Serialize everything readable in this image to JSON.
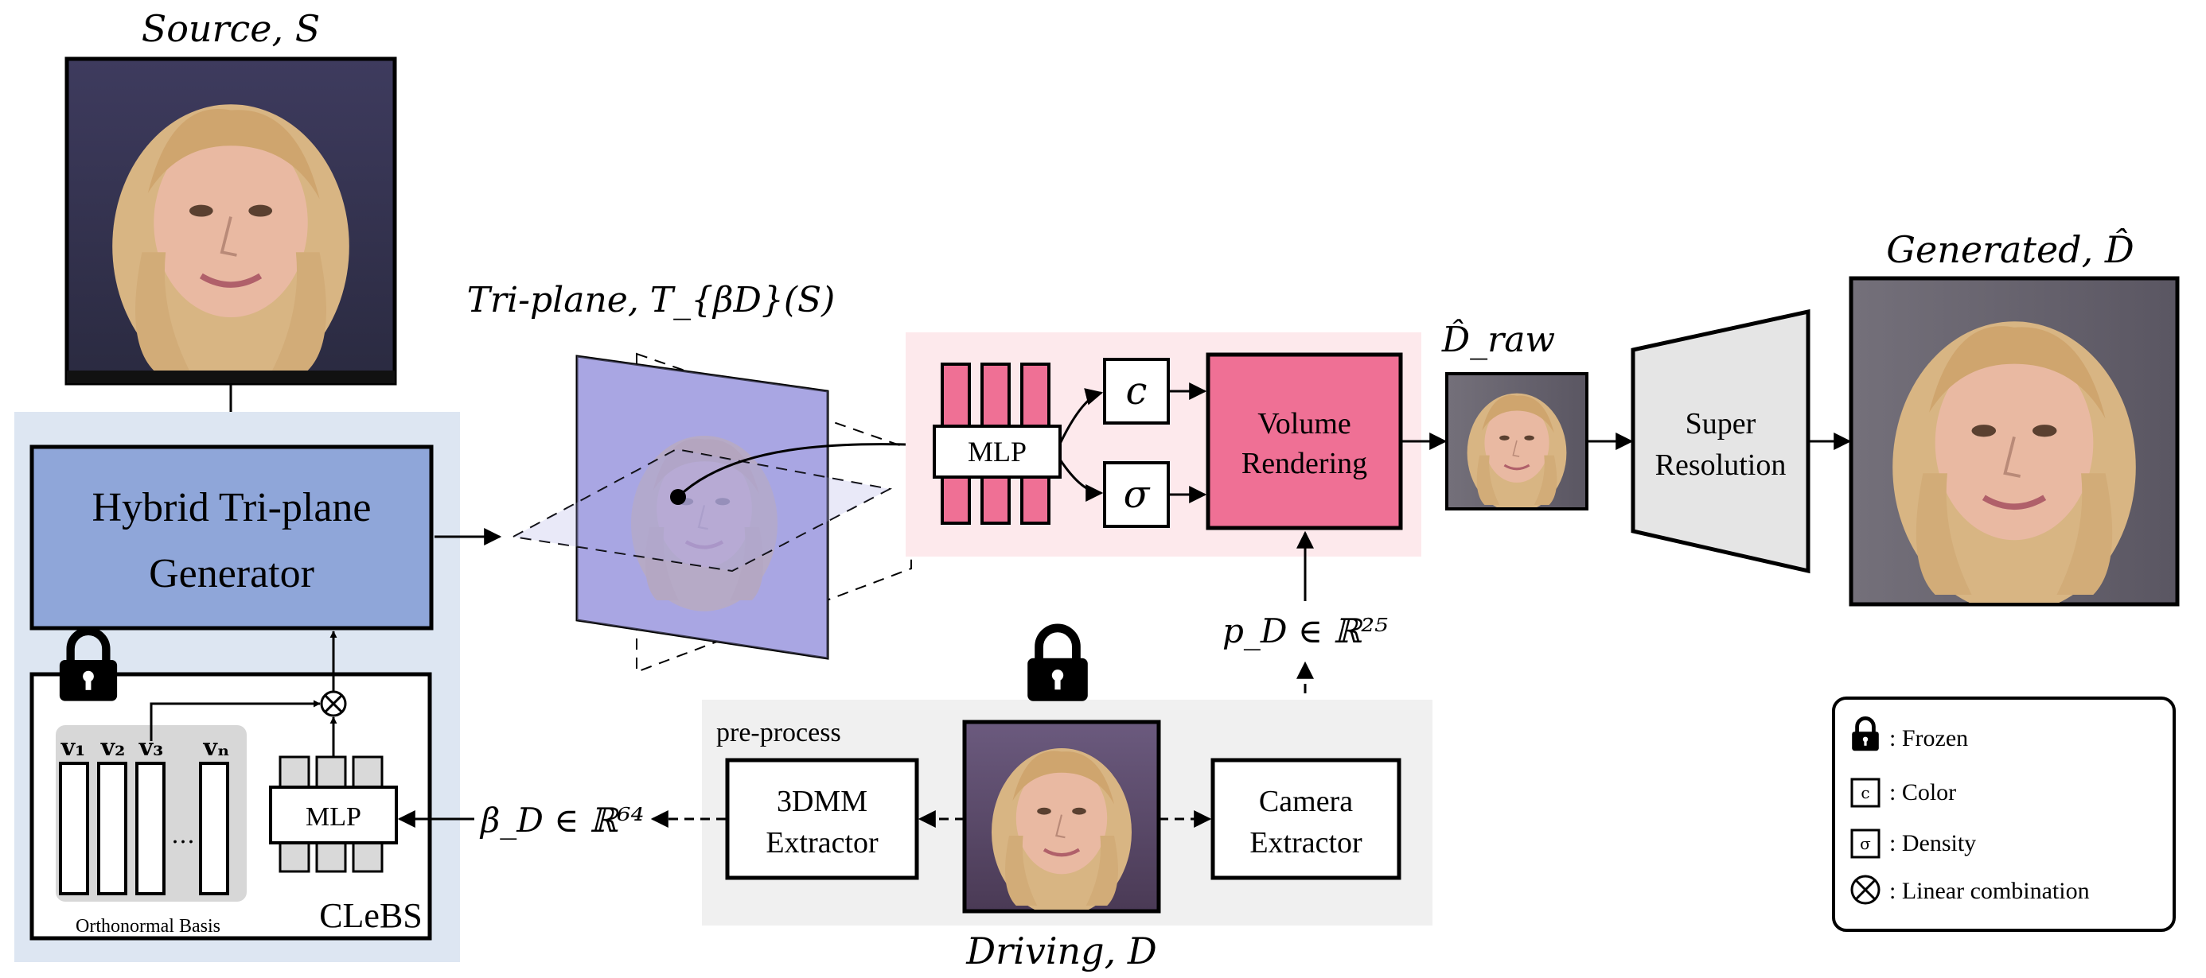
{
  "source": {
    "label": "Source, S"
  },
  "generator": {
    "line1": "Hybrid Tri-plane",
    "line2": "Generator"
  },
  "clebs": {
    "label": "CLeBS",
    "mlp_label": "MLP",
    "basis_caption": "Orthonormal Basis",
    "vectors": [
      "v₁",
      "v₂",
      "v₃",
      "vₙ"
    ],
    "ellipsis": "…"
  },
  "beta": {
    "label": "β_D ∈ ℝ⁶⁴"
  },
  "triplane": {
    "label": "Tri-plane, T_{βD}(S)"
  },
  "renderer": {
    "mlp_label": "MLP",
    "color_symbol": "c",
    "density_symbol": "σ",
    "volume_line1": "Volume",
    "volume_line2": "Rendering"
  },
  "draw": {
    "label": "D̂_raw"
  },
  "super_resolution": {
    "line1": "Super",
    "line2": "Resolution"
  },
  "generated": {
    "label": "Generated, D̂"
  },
  "camera_param": {
    "label": "p_D ∈ ℝ²⁵"
  },
  "preprocess": {
    "label": "pre-process",
    "dmm_line1": "3DMM",
    "dmm_line2": "Extractor",
    "cam_line1": "Camera",
    "cam_line2": "Extractor"
  },
  "driving": {
    "label": "Driving, D"
  },
  "legend": {
    "frozen": ": Frozen",
    "color_icon": "c",
    "color": ": Color",
    "density_icon": "σ",
    "density": ": Density",
    "linear": ": Linear combination"
  },
  "colors": {
    "generator_fill": "#8fa6d9",
    "generator_panel": "#dde6f2",
    "pink_panel": "#fde9ec",
    "pink_fill": "#ef7095",
    "gray_panel": "#f0f0f0",
    "plane_fill": "#a9a6e3",
    "sr_fill": "#e5e5e5",
    "skin": "#e9b9a2",
    "hair": "#d8b583"
  },
  "icons": [
    "lock-icon",
    "linear-combination-icon",
    "face-image"
  ]
}
